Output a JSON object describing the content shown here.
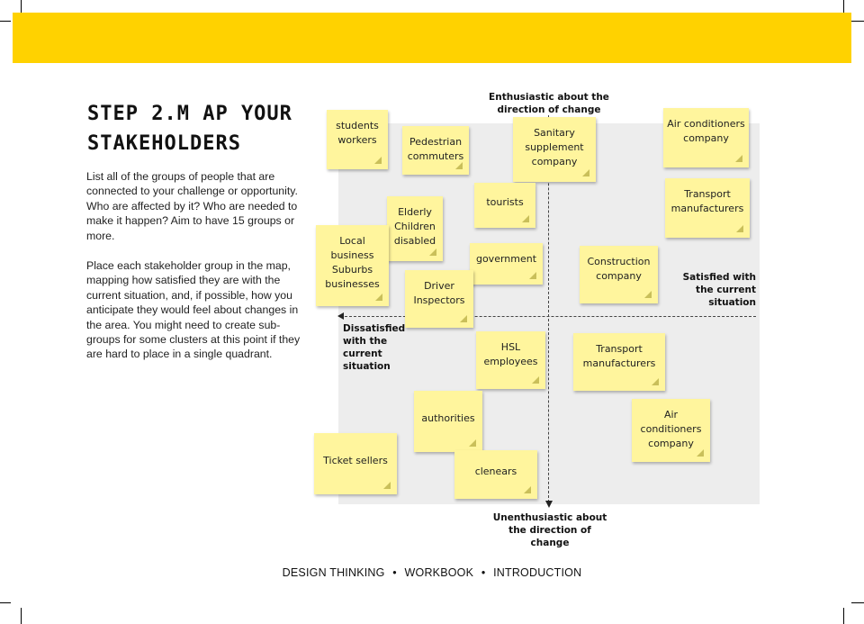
{
  "title": {
    "line1": "STEP 2.M AP YOUR",
    "line2": "STAKEHOLDERS"
  },
  "intro": {
    "paragraph1": "List all of the groups of people that are connected to your challenge or opportunity. Who are affected by it? Who are needed to make it happen? Aim to have 15 groups or more.",
    "paragraph2": "Place each stakeholder group in the map, mapping how satisfied they are with the current situation, and, if possible, how you anticipate they would feel about changes in the area. You might need to create sub-groups for some clusters at this point if they are hard to place in a single quadrant."
  },
  "axes": {
    "top": "Enthusiastic about the direction of change",
    "bottom": "Unenthusiastic about the direction of change",
    "left": "Dissatisfied with the current situation",
    "right": "Satisfied with the current situation"
  },
  "notes": [
    {
      "id": "students-workers",
      "text": "students workers"
    },
    {
      "id": "pedestrian-commuters",
      "text": "Pedestrian commuters"
    },
    {
      "id": "sanitary-supplement",
      "text": "Sanitary supplement company"
    },
    {
      "id": "air-conditioners-top",
      "text": "Air conditioners company"
    },
    {
      "id": "tourists",
      "text": "tourists"
    },
    {
      "id": "transport-manufacturers-top",
      "text": "Transport manufacturers"
    },
    {
      "id": "elderly-children-disabled",
      "text": "Elderly Children disabled"
    },
    {
      "id": "local-business",
      "text": "Local business Suburbs businesses"
    },
    {
      "id": "government",
      "text": "government"
    },
    {
      "id": "construction-company",
      "text": "Construction company"
    },
    {
      "id": "driver-inspectors",
      "text": "Driver Inspectors"
    },
    {
      "id": "hsl-employees",
      "text": "HSL employees"
    },
    {
      "id": "transport-manufacturers-bottom",
      "text": "Transport manufacturers"
    },
    {
      "id": "authorities",
      "text": "authorities"
    },
    {
      "id": "air-conditioners-bottom",
      "text": "Air conditioners company"
    },
    {
      "id": "ticket-sellers",
      "text": "Ticket sellers"
    },
    {
      "id": "clenears",
      "text": "clenears"
    }
  ],
  "footer": {
    "left": "DESIGN THINKING",
    "middle": "WORKBOOK",
    "right": "INTRODUCTION",
    "separator": "•"
  },
  "colors": {
    "banner": "#ffd200",
    "sticky_note": "#fff59d",
    "map_background": "#ededed"
  }
}
